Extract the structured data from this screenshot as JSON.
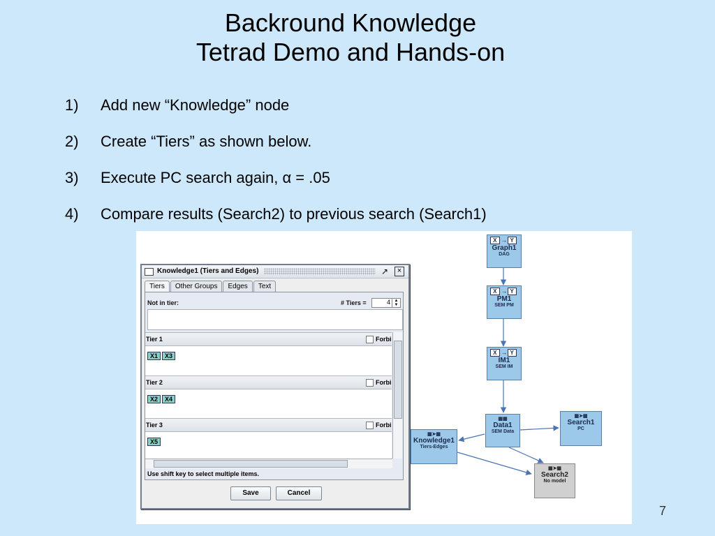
{
  "slide": {
    "title_line1": "Backround Knowledge",
    "title_line2": "Tetrad Demo and Hands-on",
    "page_number": "7",
    "bullets": [
      {
        "num": "1)",
        "text": "Add new “Knowledge” node"
      },
      {
        "num": "2)",
        "text": "Create “Tiers” as shown below."
      },
      {
        "num": "3)",
        "text": "Execute PC search again, α = .05"
      },
      {
        "num": "4)",
        "text": "Compare results (Search2) to previous search (Search1)"
      }
    ]
  },
  "dialog": {
    "title": "Knowledge1 (Tiers and Edges)",
    "tabs": [
      "Tiers",
      "Other Groups",
      "Edges",
      "Text"
    ],
    "not_in_tier_label": "Not in tier:",
    "num_tiers_label": "# Tiers =",
    "num_tiers_value": "4",
    "forbid_label": "Forbi",
    "tiers": [
      {
        "label": "Tier 1",
        "vars": [
          "X1",
          "X3"
        ]
      },
      {
        "label": "Tier 2",
        "vars": [
          "X2",
          "X4"
        ]
      },
      {
        "label": "Tier 3",
        "vars": [
          "X5"
        ]
      }
    ],
    "hint": "Use shift key to select multiple items.",
    "save_label": "Save",
    "cancel_label": "Cancel"
  },
  "graph": {
    "icon_x": "X",
    "icon_y": "Y",
    "nodes": [
      {
        "id": "graph1",
        "name": "Graph1",
        "sub": "DAG"
      },
      {
        "id": "pm1",
        "name": "PM1",
        "sub": "SEM PM"
      },
      {
        "id": "im1",
        "name": "IM1",
        "sub": "SEM IM"
      },
      {
        "id": "data1",
        "name": "Data1",
        "sub": "SEM Data"
      },
      {
        "id": "search1",
        "name": "Search1",
        "sub": "PC"
      },
      {
        "id": "knowledge1",
        "name": "Knowledge1",
        "sub": "Tiers-Edges"
      },
      {
        "id": "search2",
        "name": "Search2",
        "sub": "No model"
      }
    ],
    "colors": {
      "node": "#9cc9ea",
      "node_gray": "#d0d0d0",
      "edge": "#4a74b4",
      "chip": "#8ad0c8"
    }
  }
}
